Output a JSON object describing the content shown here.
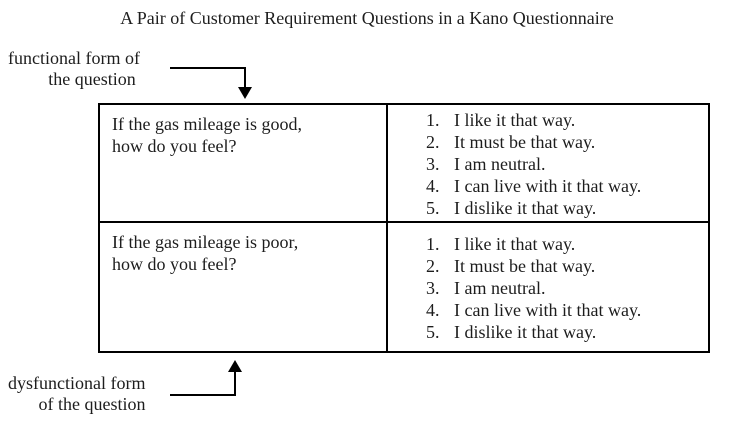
{
  "title": "A Pair of Customer Requirement Questions in a Kano Questionnaire",
  "annotations": {
    "functional": {
      "line1": "functional form of",
      "line2": "the question"
    },
    "dysfunctional": {
      "line1": "dysfunctional form",
      "line2": "of the question"
    }
  },
  "table": {
    "rows": [
      {
        "question_line1": "If the gas mileage is good,",
        "question_line2": "how do you feel?",
        "options": [
          {
            "num": "1.",
            "text": "I like it that way."
          },
          {
            "num": "2.",
            "text": "It must be that way."
          },
          {
            "num": "3.",
            "text": "I am neutral."
          },
          {
            "num": "4.",
            "text": "I can live with it that way."
          },
          {
            "num": "5.",
            "text": "I dislike it that way."
          }
        ]
      },
      {
        "question_line1": "If the gas mileage is poor,",
        "question_line2": "how do you feel?",
        "options": [
          {
            "num": "1.",
            "text": "I like it that way."
          },
          {
            "num": "2.",
            "text": "It must be that way."
          },
          {
            "num": "3.",
            "text": "I am neutral."
          },
          {
            "num": "4.",
            "text": "I can live with it that way."
          },
          {
            "num": "5.",
            "text": "I dislike it that way."
          }
        ]
      }
    ]
  },
  "colors": {
    "text": "#1d1d1d",
    "border": "#000000",
    "background": "#ffffff"
  }
}
